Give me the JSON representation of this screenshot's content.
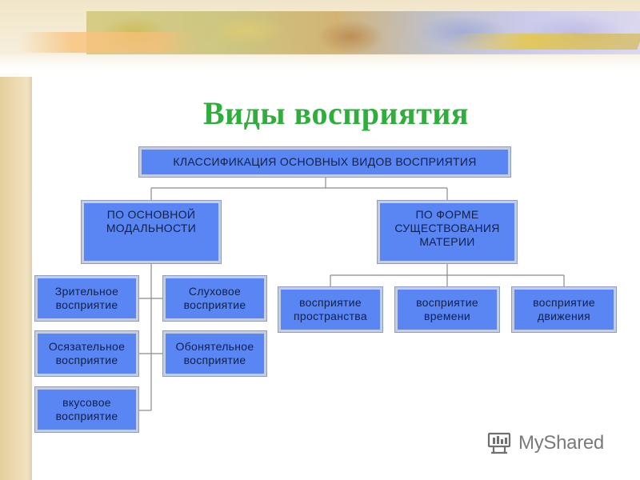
{
  "title": "Виды восприятия",
  "root": "КЛАССИФИКАЦИЯ ОСНОВНЫХ ВИДОВ ВОСПРИЯТИЯ",
  "categories": {
    "modality": {
      "label_lines": [
        "ПО ОСНОВНОЙ",
        "МОДАЛЬНОСТИ"
      ],
      "children": [
        {
          "lines": [
            "Зрительное",
            "восприятие"
          ]
        },
        {
          "lines": [
            "Слуховое",
            "восприятие"
          ]
        },
        {
          "lines": [
            "Осязательное",
            "восприятие"
          ]
        },
        {
          "lines": [
            "Обонятельное",
            "восприятие"
          ]
        },
        {
          "lines": [
            "вкусовое",
            "восприятие"
          ]
        }
      ]
    },
    "matter": {
      "label_lines": [
        "ПО ФОРМЕ",
        "СУЩЕСТВОВАНИЯ",
        "МАТЕРИИ"
      ],
      "children": [
        {
          "lines": [
            "восприятие",
            "пространства"
          ]
        },
        {
          "lines": [
            "восприятие",
            "времени"
          ]
        },
        {
          "lines": [
            "восприятие",
            "движения"
          ]
        }
      ]
    }
  },
  "watermark": "MyShared",
  "colors": {
    "title": "#2eae3a",
    "box_fill": "#5a86f4",
    "box_border": "#c4cde6",
    "connector": "#8a8a8a"
  }
}
